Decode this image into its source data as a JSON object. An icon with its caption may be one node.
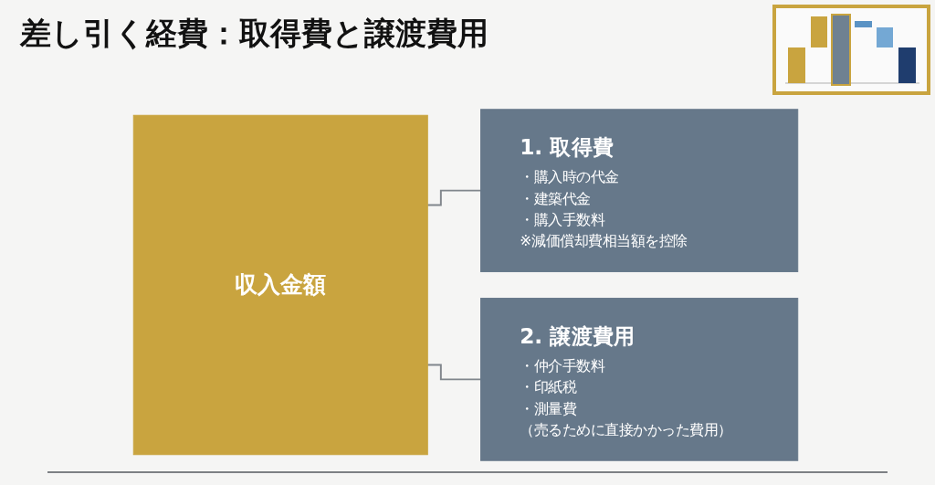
{
  "diagram": {
    "title": "差し引く経費：取得費と譲渡費用",
    "nodes": [
      {
        "text": [
          "収入金額"
        ]
      },
      {
        "text": [
          "1. 取得費",
          "・購入時の代金",
          "・建築代金",
          "・購入手数料",
          "※減価償却費相当額を控除"
        ]
      },
      {
        "text": [
          "2. 譲渡費用",
          "・仲介手数料",
          "・印紙税",
          "・測量費",
          "（売るために直接かかった費用）"
        ]
      }
    ],
    "edges": [
      {
        "from": 0,
        "to": 1,
        "arrow": "none"
      },
      {
        "from": 0,
        "to": 2,
        "arrow": "none"
      }
    ]
  }
}
